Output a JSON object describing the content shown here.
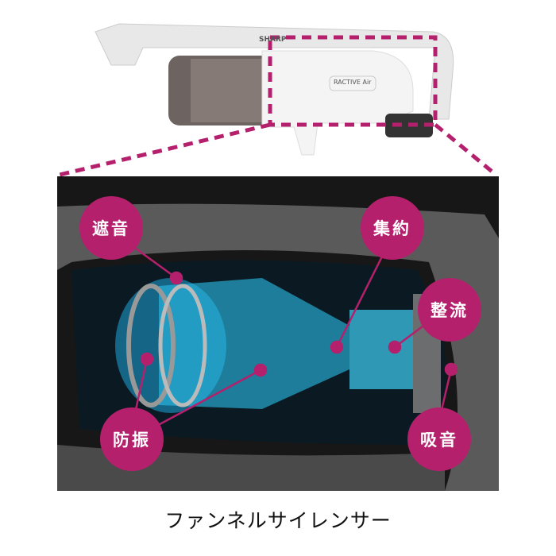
{
  "product": {
    "brand": "SHARP",
    "badge": "RACTIVE Air"
  },
  "callouts": [
    "遮音",
    "集約",
    "整流",
    "防振",
    "吸音"
  ],
  "caption": "ファンネルサイレンサー",
  "colors": {
    "accent": "#b5206d",
    "panel": "#141414",
    "airflow": "#27b8e6"
  }
}
